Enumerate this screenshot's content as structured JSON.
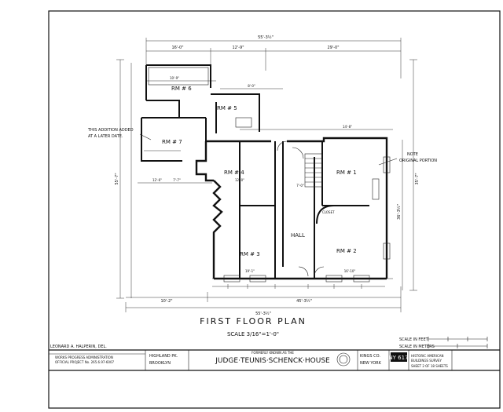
{
  "drawing": {
    "title": "FIRST FLOOR PLAN",
    "scale": "SCALE 3/16\"=1'-0\"",
    "note_addition": [
      "THIS ADDITION ADDED",
      "AT A LATER DATE."
    ],
    "note_original": [
      "NOTE",
      "ORIGINAL PORTION"
    ],
    "rooms": {
      "rm6": "RM # 6",
      "rm5": "RM # 5",
      "rm7": "RM # 7",
      "rm4": "RM # 4",
      "rm1": "RM # 1",
      "hall": "HALL",
      "rm3": "RM # 3",
      "rm2": "RM # 2",
      "closet": "CLOSET"
    },
    "dimensions": {
      "overall_top": "55'-3½\"",
      "top_a": "16'-0\"",
      "top_b": "12'-9\"",
      "top_c": "29'-0\"",
      "overall_bottom": "55'-3½\"",
      "bottom_a": "10'-2\"",
      "bottom_b": "45'-3½\"",
      "left_overall": "55'-7\"",
      "right_overall": "35'-7\"",
      "right_a": "36'-3½\"",
      "rm6_w": "10'-9\"",
      "rm5_w": "8'-0\"",
      "rm4_w": "12'-0\"",
      "rm1_w": "14'-8\"",
      "rm3_w": "19'-1\"",
      "rm2_w": "16'-10\"",
      "hall_w": "7'-0\"",
      "mid_a": "12'-6\"",
      "mid_b": "7'-7\""
    }
  },
  "title_block": {
    "delineator": "LEONARD A. HALPERIN, DEL.",
    "project_lines": [
      "WORKS PROGRESS ADMINISTRATION",
      "OFFICIAL PROJECT No. 265.6.97-6007"
    ],
    "location_lines": [
      "HIGHLAND PK.",
      "BROOKLYN"
    ],
    "pre_title": "FORMERLY KNOWN AS THE",
    "name": "JUDGE·TEUNIS·SCHENCK·HOUSE",
    "county_lines": [
      "KINGS CO.",
      "NEW YORK"
    ],
    "survey_no": "NY 617",
    "survey_lines": [
      "HISTORIC AMERICAN",
      "BUILDINGS SURVEY"
    ],
    "sheet": "SHEET 2 OF 18 SHEETS",
    "scale_feet": "SCALE IN FEET",
    "scale_meters": "SCALE IN METERS"
  }
}
